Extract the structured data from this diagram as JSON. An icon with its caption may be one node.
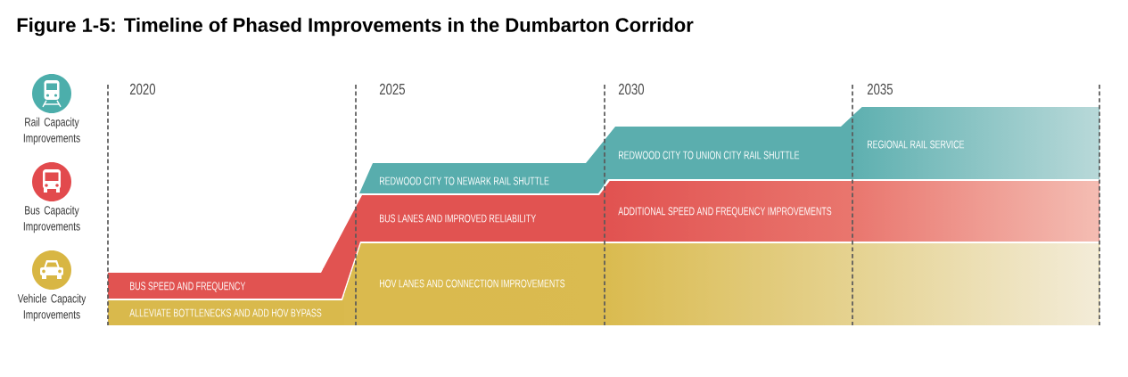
{
  "diagram": {
    "title": "Figure 1-5: Timeline of Phased Improvements in the Dumbarton Corridor",
    "nodes": [
      {
        "text": [
          "REDWOOD CITY TO NEWARK RAIL SHUTTLE"
        ]
      },
      {
        "text": [
          "REDWOOD CITY TO UNION CITY RAIL SHUTTLE"
        ]
      },
      {
        "text": [
          "REGIONAL RAIL SERVICE"
        ]
      },
      {
        "text": [
          "BUS SPEED AND FREQUENCY"
        ]
      },
      {
        "text": [
          "BUS LANES AND IMPROVED RELIABILITY"
        ]
      },
      {
        "text": [
          "ADDITIONAL SPEED AND FREQUENCY IMPROVEMENTS"
        ]
      },
      {
        "text": [
          "ALLEVIATE BOTTLENECKS AND ADD HOV BYPASS"
        ]
      },
      {
        "text": [
          "HOV LANES AND CONNECTION IMPROVEMENTS"
        ]
      }
    ],
    "labels": [
      "2020",
      "2025",
      "2030",
      "2035",
      "Rail Capacity Improvements",
      "Bus Capacity Improvements",
      "Vehicle Capacity Improvements"
    ]
  }
}
